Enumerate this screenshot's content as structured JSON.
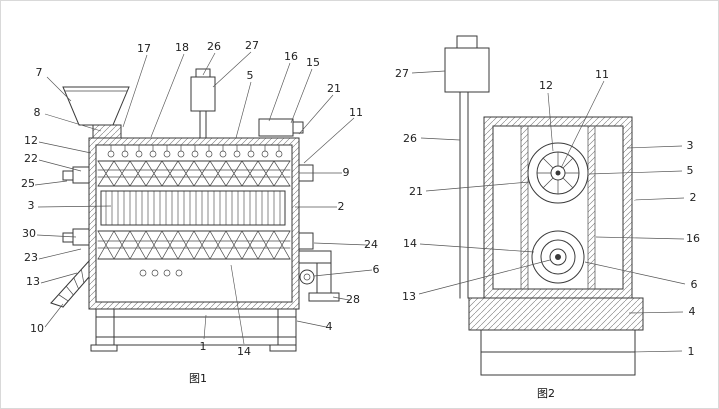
{
  "page": {
    "background": "#ffffff",
    "line_color": "#3a3a3a"
  },
  "figure1": {
    "caption": "图1",
    "labels": {
      "n7": "7",
      "n8": "8",
      "n12": "12",
      "n22": "22",
      "n25": "25",
      "n3": "3",
      "n30": "30",
      "n23": "23",
      "n13": "13",
      "n10": "10",
      "n17": "17",
      "n18": "18",
      "n26": "26",
      "n27": "27",
      "n5": "5",
      "n16": "16",
      "n15": "15",
      "n21": "21",
      "n11": "11",
      "n9": "9",
      "n2": "2",
      "n24": "24",
      "n6": "6",
      "n28": "28",
      "n4": "4",
      "n1": "1",
      "n14": "14"
    }
  },
  "figure2": {
    "caption": "图2",
    "labels": {
      "n27": "27",
      "n26": "26",
      "n21": "21",
      "n14": "14",
      "n13": "13",
      "n12": "12",
      "n11": "11",
      "n3": "3",
      "n5": "5",
      "n2": "2",
      "n16": "16",
      "n6": "6",
      "n4": "4",
      "n1": "1"
    }
  }
}
